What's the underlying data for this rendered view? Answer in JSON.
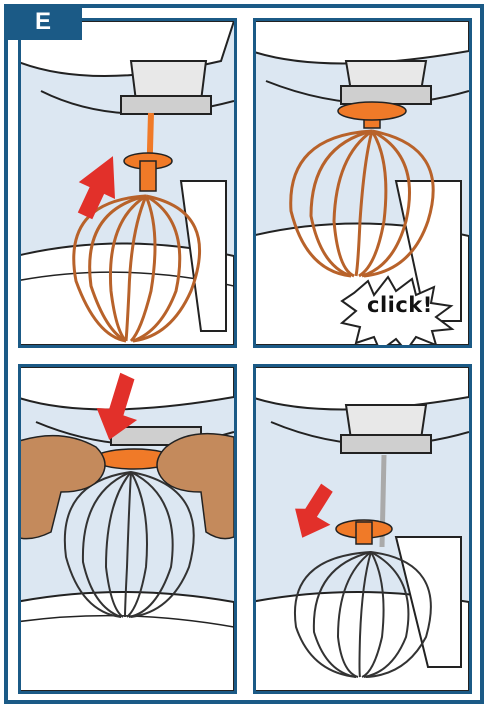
{
  "step_label": "E",
  "click_label": "click!",
  "colors": {
    "border": "#1b5a86",
    "panel_bg": "#dce7f2",
    "accent_orange": "#f07a28",
    "arrow_red": "#e2302a",
    "whisk_copper": "#b8622a",
    "skin": "#c48a5c"
  },
  "panels": [
    {
      "arrow_direction": "up"
    },
    {
      "arrow_direction": "none"
    },
    {
      "arrow_direction": "down"
    },
    {
      "arrow_direction": "down"
    }
  ]
}
